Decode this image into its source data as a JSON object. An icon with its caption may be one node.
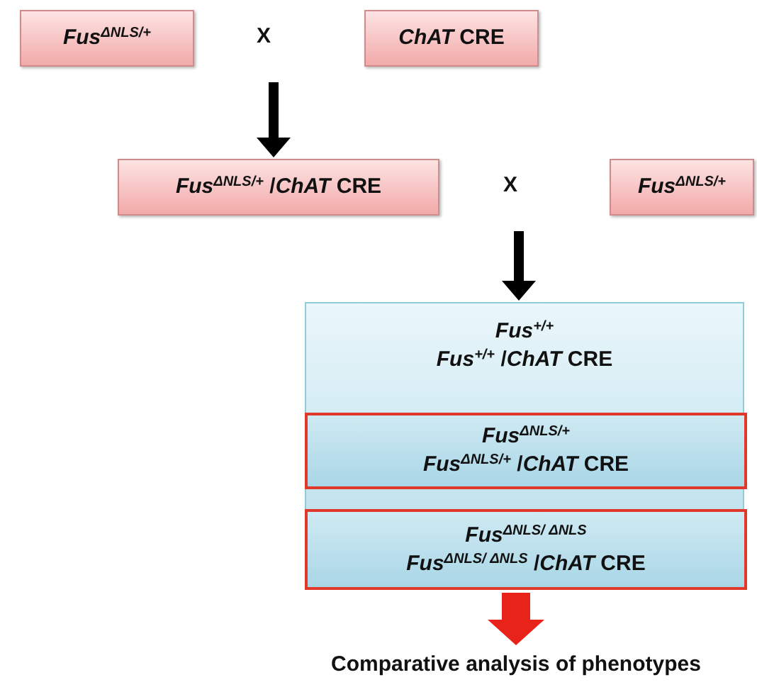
{
  "diagram": {
    "nodes": [
      {
        "text": [
          "*Fus*$^{ΔNLS/+}$"
        ]
      },
      {
        "text": [
          "*ChAT* CRE"
        ]
      },
      {
        "text": [
          "*Fus*$^{ΔNLS/+}$ /*ChAT* CRE"
        ]
      },
      {
        "text": [
          "*Fus*$^{ΔNLS/+}$"
        ]
      },
      {
        "text": [
          "*Fus*$^{+/+}$",
          "*Fus*$^{+/+}$ /*ChAT* CRE"
        ]
      },
      {
        "text": [
          "*Fus*$^{ΔNLS/+}$",
          "*Fus*$^{ΔNLS/+}$ /*ChAT* CRE"
        ],
        "in": 4
      },
      {
        "text": [
          "*Fus*$^{ΔNLS/ ΔNLS}$",
          "*Fus*$^{ΔNLS/ ΔNLS}$ /*ChAT* CRE"
        ],
        "in": 4
      },
      {
        "text": [
          "Comparative analysis of phenotypes"
        ]
      }
    ],
    "edges": [
      {
        "from": null,
        "to": 2,
        "arrow": "to"
      },
      {
        "from": null,
        "to": 4,
        "arrow": "to"
      },
      {
        "from": 4,
        "to": 7,
        "arrow": "to",
        "style": "thick",
        "color": "#e8231a"
      }
    ],
    "labels": [
      "X",
      "X"
    ]
  }
}
